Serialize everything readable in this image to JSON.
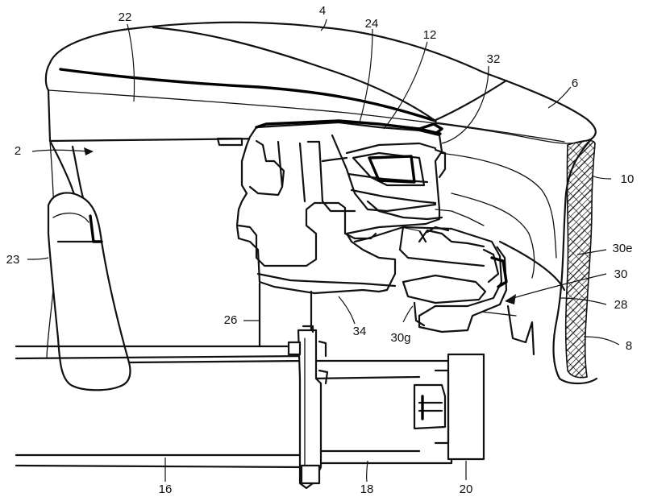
{
  "figure": {
    "reference_labels": [
      {
        "id": "ref-4",
        "text": "4"
      },
      {
        "id": "ref-22",
        "text": "22"
      },
      {
        "id": "ref-24",
        "text": "24"
      },
      {
        "id": "ref-12",
        "text": "12"
      },
      {
        "id": "ref-32",
        "text": "32"
      },
      {
        "id": "ref-6",
        "text": "6"
      },
      {
        "id": "ref-2",
        "text": "2"
      },
      {
        "id": "ref-10",
        "text": "10"
      },
      {
        "id": "ref-23",
        "text": "23"
      },
      {
        "id": "ref-30e",
        "text": "30e"
      },
      {
        "id": "ref-30",
        "text": "30"
      },
      {
        "id": "ref-28",
        "text": "28"
      },
      {
        "id": "ref-26",
        "text": "26"
      },
      {
        "id": "ref-34",
        "text": "34"
      },
      {
        "id": "ref-30g",
        "text": "30g"
      },
      {
        "id": "ref-8",
        "text": "8"
      },
      {
        "id": "ref-16",
        "text": "16"
      },
      {
        "id": "ref-18",
        "text": "18"
      },
      {
        "id": "ref-20",
        "text": "20"
      }
    ]
  }
}
